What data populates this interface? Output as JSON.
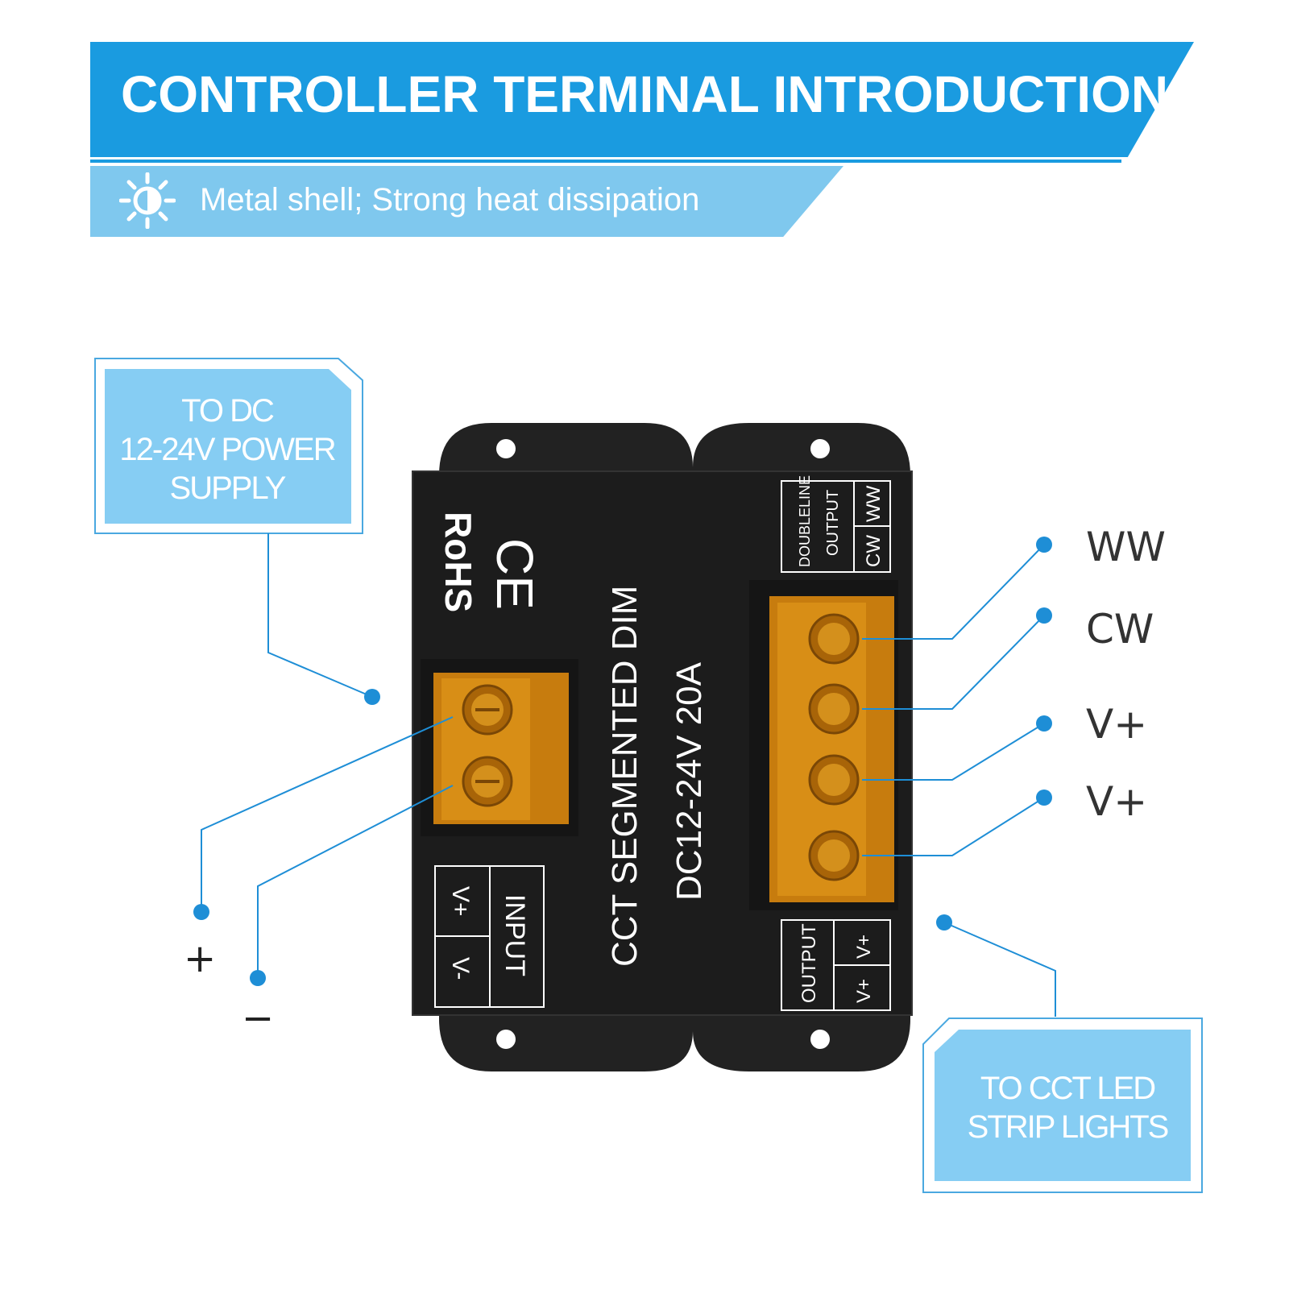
{
  "header": {
    "title": "CONTROLLER TERMINAL INTRODUCTION",
    "subtitle": "Metal shell; Strong heat dissipation",
    "subtitle_icon": "sun-icon"
  },
  "colors": {
    "banner_blue": "#1a9be0",
    "banner_light": "#7fc8ee",
    "callout_fill": "#86cdf3",
    "line_blue": "#1e8ed6",
    "device_body": "#1e1e1e",
    "terminal_amber": "#d68a12"
  },
  "callouts": {
    "input": [
      "TO DC",
      "12-24V POWER",
      "SUPPLY"
    ],
    "output": [
      "TO CCT LED",
      "STRIP LIGHTS"
    ]
  },
  "input_polarity": {
    "plus": "+",
    "minus": "−"
  },
  "output_wires": [
    "WW",
    "CW",
    "V+",
    "V+"
  ],
  "device": {
    "main_label_1": "CCT SEGMENTED DIM",
    "main_label_2": "DC12-24V  20A",
    "rohs": "RoHS",
    "ce": "CE",
    "top_right_panel": {
      "title_1": "DOUBLELINE",
      "title_2": "OUTPUT",
      "cells": [
        "CW",
        "WW"
      ]
    },
    "bottom_right_panel": {
      "title": "OUTPUT",
      "cells": [
        "V+",
        "V+"
      ]
    },
    "bottom_left_panel": {
      "title": "INPUT",
      "cells": [
        "V+",
        "V-"
      ]
    }
  }
}
